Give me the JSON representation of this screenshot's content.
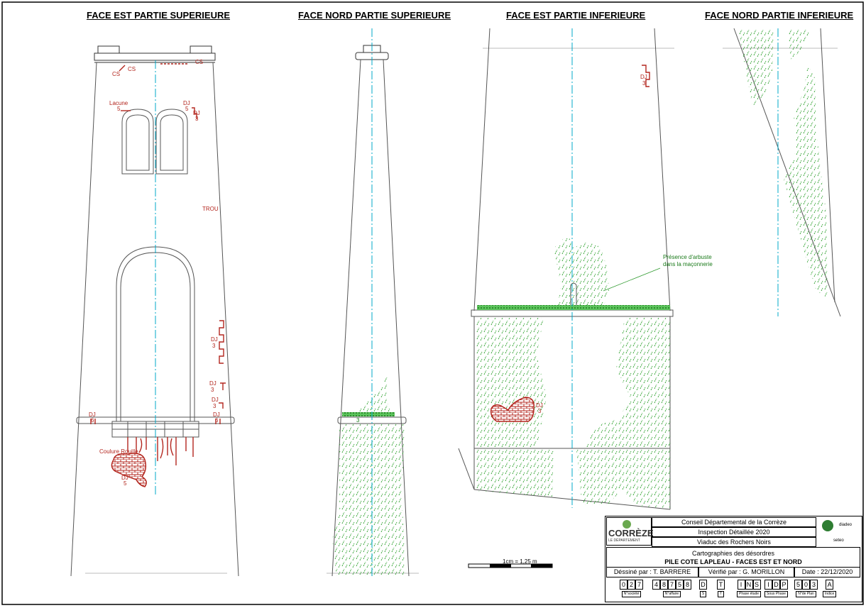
{
  "views": {
    "v1_title": "FACE EST PARTIE SUPERIEURE",
    "v2_title": "FACE NORD PARTIE SUPERIEURE",
    "v3_title": "FACE EST PARTIE INFERIEURE",
    "v4_title": "FACE NORD PARTIE INFERIEURE"
  },
  "annotations": {
    "cs1": "CS",
    "cs2": "CS",
    "cs3": "CS",
    "lacune": "Lacune",
    "lacune_n": "5",
    "dj_top": "DJ",
    "dj_top_n": "5",
    "dj_top2": "DJ",
    "dj_top2_n": "3",
    "trou": "TROU",
    "dj_right1": "DJ",
    "dj_right1_n": "3",
    "dj_right2": "DJ",
    "dj_right2_n": "3",
    "dj_right3": "DJ",
    "dj_right3_n": "3",
    "dj_left_corn": "DJ",
    "dj_left_corn_n": "6",
    "dj_right_corn": "DJ",
    "dj_right_corn_n": "6",
    "coulure": "Coulure Rouille",
    "dj_bottom": "DJ",
    "dj_bottom_n": "5",
    "dj_inf_top": "DJ",
    "dj_inf_top_n": "3",
    "dj_inf_brick": "DJ",
    "dj_inf_brick_n": "3",
    "nord_sup_n": "3",
    "arbuste_line1": "Présence d'arbuste",
    "arbuste_line2": "dans la maçonnerie"
  },
  "scale": {
    "label": "1cm =   1,25 m"
  },
  "cartouche": {
    "org": "Conseil Départemental de la Corrèze",
    "inspection": "Inspection Détaillée 2020",
    "ouvrage": "Viaduc des Rochers Noirs",
    "subject1": "Cartographies des désordres",
    "subject2": "PILE COTE LAPLEAU - FACES EST ET NORD",
    "dessine": "Déssiné par : T. BARRERE",
    "verifie": "Vérifié par : G. MORILLON",
    "date": "Date : 22/12/2020",
    "logo_correze": "CORRÈZE",
    "logo_correze_sub": "LE DÉPARTEMENT",
    "logo_diadeo": "diadeo",
    "logo_seteo": "seteo",
    "codes": [
      {
        "digits": [
          "0",
          "2",
          "7"
        ],
        "label": "N°société"
      },
      {
        "digits": [
          "4",
          "8",
          "7",
          "5",
          "8"
        ],
        "label": "N°affaire"
      },
      {
        "digits": [
          "D"
        ],
        "label": "S"
      },
      {
        "digits": [
          "T"
        ],
        "label": "T"
      },
      {
        "digits": [
          "I",
          "N",
          "S"
        ],
        "label": "Phase étude"
      },
      {
        "digits": [
          "I",
          "D",
          "P"
        ],
        "label": "Sous Phase"
      },
      {
        "digits": [
          "5",
          "0",
          "3"
        ],
        "label": "N°de Plan"
      },
      {
        "digits": [
          "A"
        ],
        "label": "Indice"
      }
    ]
  },
  "colors": {
    "defect": "#b3261e",
    "vegetation": "#2e9a2e",
    "axis": "#00a8c8"
  }
}
